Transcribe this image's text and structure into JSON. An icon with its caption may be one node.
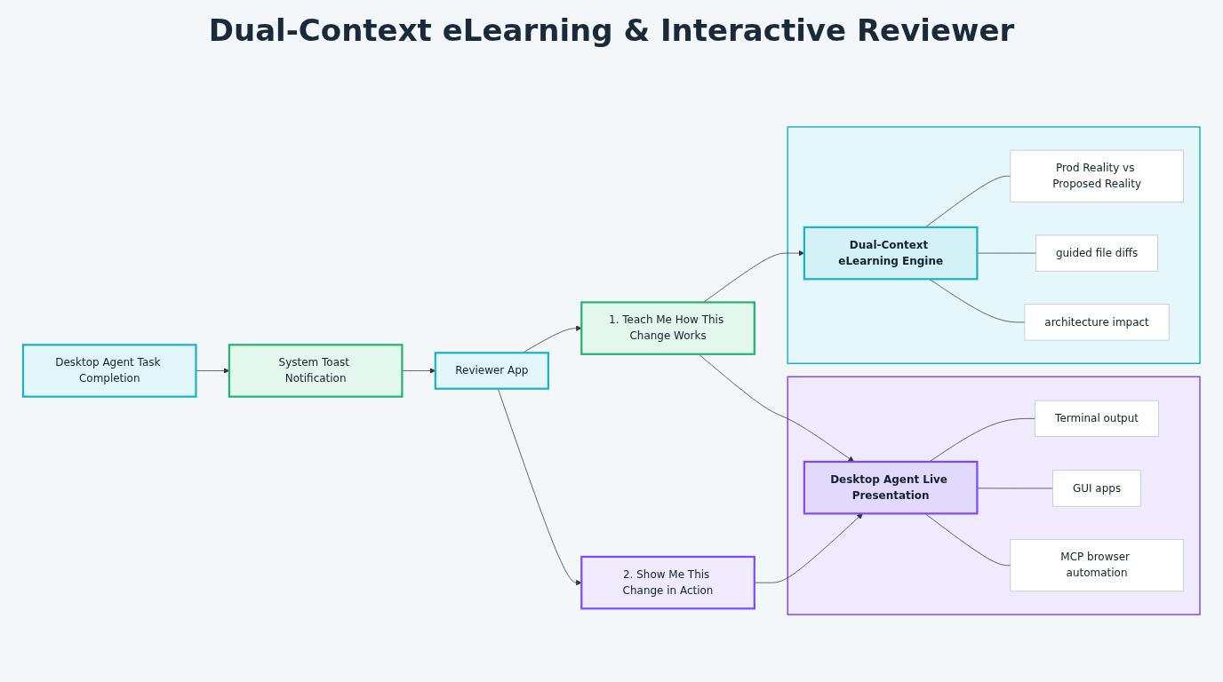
{
  "diagram": {
    "title": "Dual-Context eLearning & Interactive Reviewer",
    "nodes": [
      {
        "text": [
          "Desktop Agent Task Completion"
        ]
      },
      {
        "text": [
          "System Toast Notification"
        ]
      },
      {
        "text": [
          "Reviewer App"
        ]
      },
      {
        "text": [
          "1. Teach Me How This Change Works"
        ]
      },
      {
        "text": [
          "2. Show Me This Change in Action"
        ]
      },
      {
        "text": [],
        "shape": "box"
      },
      {
        "text": [
          "Dual-Context eLearning Engine"
        ],
        "in": 5
      },
      {
        "text": [
          "Prod Reality vs Proposed Reality"
        ],
        "in": 5
      },
      {
        "text": [
          "guided file diffs"
        ],
        "in": 5
      },
      {
        "text": [
          "architecture impact"
        ],
        "in": 5
      },
      {
        "text": [],
        "shape": "box"
      },
      {
        "text": [
          "Desktop Agent Live Presentation"
        ],
        "in": 10
      },
      {
        "text": [
          "Terminal output"
        ],
        "in": 10
      },
      {
        "text": [
          "GUI apps"
        ],
        "in": 10
      },
      {
        "text": [
          "MCP browser automation"
        ],
        "in": 10
      }
    ],
    "edges": [
      {
        "from": 0,
        "to": 1,
        "arrow": "to"
      },
      {
        "from": 1,
        "to": 2,
        "arrow": "to"
      },
      {
        "from": 2,
        "to": 3,
        "arrow": "to"
      },
      {
        "from": 2,
        "to": 4,
        "arrow": "to"
      },
      {
        "from": 3,
        "to": 6,
        "arrow": "to"
      },
      {
        "from": 3,
        "to": 11,
        "arrow": "to"
      },
      {
        "from": 4,
        "to": 11,
        "arrow": "to"
      },
      {
        "from": 6,
        "to": 7,
        "arrow": "none"
      },
      {
        "from": 6,
        "to": 8,
        "arrow": "none"
      },
      {
        "from": 6,
        "to": 9,
        "arrow": "none"
      },
      {
        "from": 11,
        "to": 12,
        "arrow": "none"
      },
      {
        "from": 11,
        "to": 13,
        "arrow": "none"
      },
      {
        "from": 11,
        "to": 14,
        "arrow": "none"
      }
    ]
  }
}
